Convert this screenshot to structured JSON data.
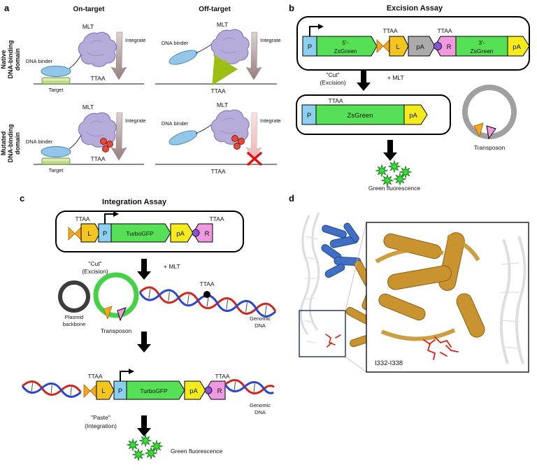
{
  "panel_a": {
    "label": "a",
    "col_on": "On-target",
    "col_off": "Off-target",
    "row_native": [
      "Native",
      "DNA-binding",
      "domain"
    ],
    "row_mutated": [
      "Mutated",
      "DNA-binding",
      "domain"
    ],
    "mlt": "MLT",
    "dna_binder": "DNA binder",
    "target": "Target",
    "ttaa": "TTAA",
    "integrate": "Integrate"
  },
  "panel_b": {
    "label": "b",
    "title": "Excision Assay",
    "ttaa": "TTAA",
    "p": "P",
    "zsgreen5": [
      "5'-",
      "ZsGreen"
    ],
    "l": "L",
    "pa": "pA",
    "r": "R",
    "zsgreen3": [
      "3'-",
      "ZsGreen"
    ],
    "zsgreen": "ZsGreen",
    "cut": "\"Cut\"",
    "excision": "(Excision)",
    "plus_mlt": "+ MLT",
    "transposon": "Transposon",
    "green_fluorescence": "Green fluorescence"
  },
  "panel_c": {
    "label": "c",
    "title": "Integration Assay",
    "ttaa": "TTAA",
    "l": "L",
    "p": "P",
    "turbogfp": "TurboGFP",
    "pa": "pA",
    "r": "R",
    "cut": "\"Cut\"",
    "excision": "(Excision)",
    "plus_mlt": "+ MLT",
    "plasmid_backbone": [
      "Plasmid",
      "backbone"
    ],
    "transposon": "Transposon",
    "genomic_dna": [
      "Genomic",
      "DNA"
    ],
    "paste": "\"Paste\"",
    "integration": "(Integration)",
    "green_fluorescence": "Green fluorescence"
  },
  "panel_d": {
    "label": "d",
    "residue_label": "I332-I338"
  },
  "colors": {
    "mlt_purple": "#b7abd9",
    "binder_blue": "#93c7e9",
    "target_green": "#bcd98a",
    "promoter_blue": "#8bd0ee",
    "zsgreen_green": "#55e055",
    "pa_yellow": "#f5ea1c",
    "pa_gray": "#ababab",
    "itr_l_orange": "#f2a71f",
    "itr_r_pink": "#f099e0",
    "mutation_red": "#e64a38",
    "fluorescence_green": "#3bdc3b",
    "ribbon_gold": "#c9932f",
    "ribbon_blue": "#4070c4",
    "stick_red": "#d62414"
  }
}
